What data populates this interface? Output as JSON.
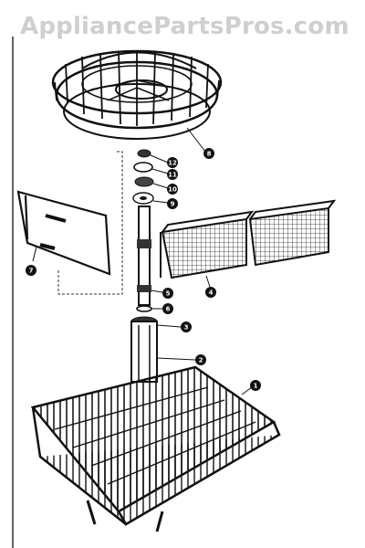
{
  "watermark": "AppliancePartsPros.com",
  "callouts": {
    "upper_rack": "8",
    "part_12": "12",
    "part_11": "11",
    "part_10": "10",
    "part_9": "9",
    "part_7": "7",
    "part_6": "6",
    "part_5": "5",
    "part_4": "4",
    "part_3": "3",
    "part_2": "2",
    "part_1": "1"
  }
}
